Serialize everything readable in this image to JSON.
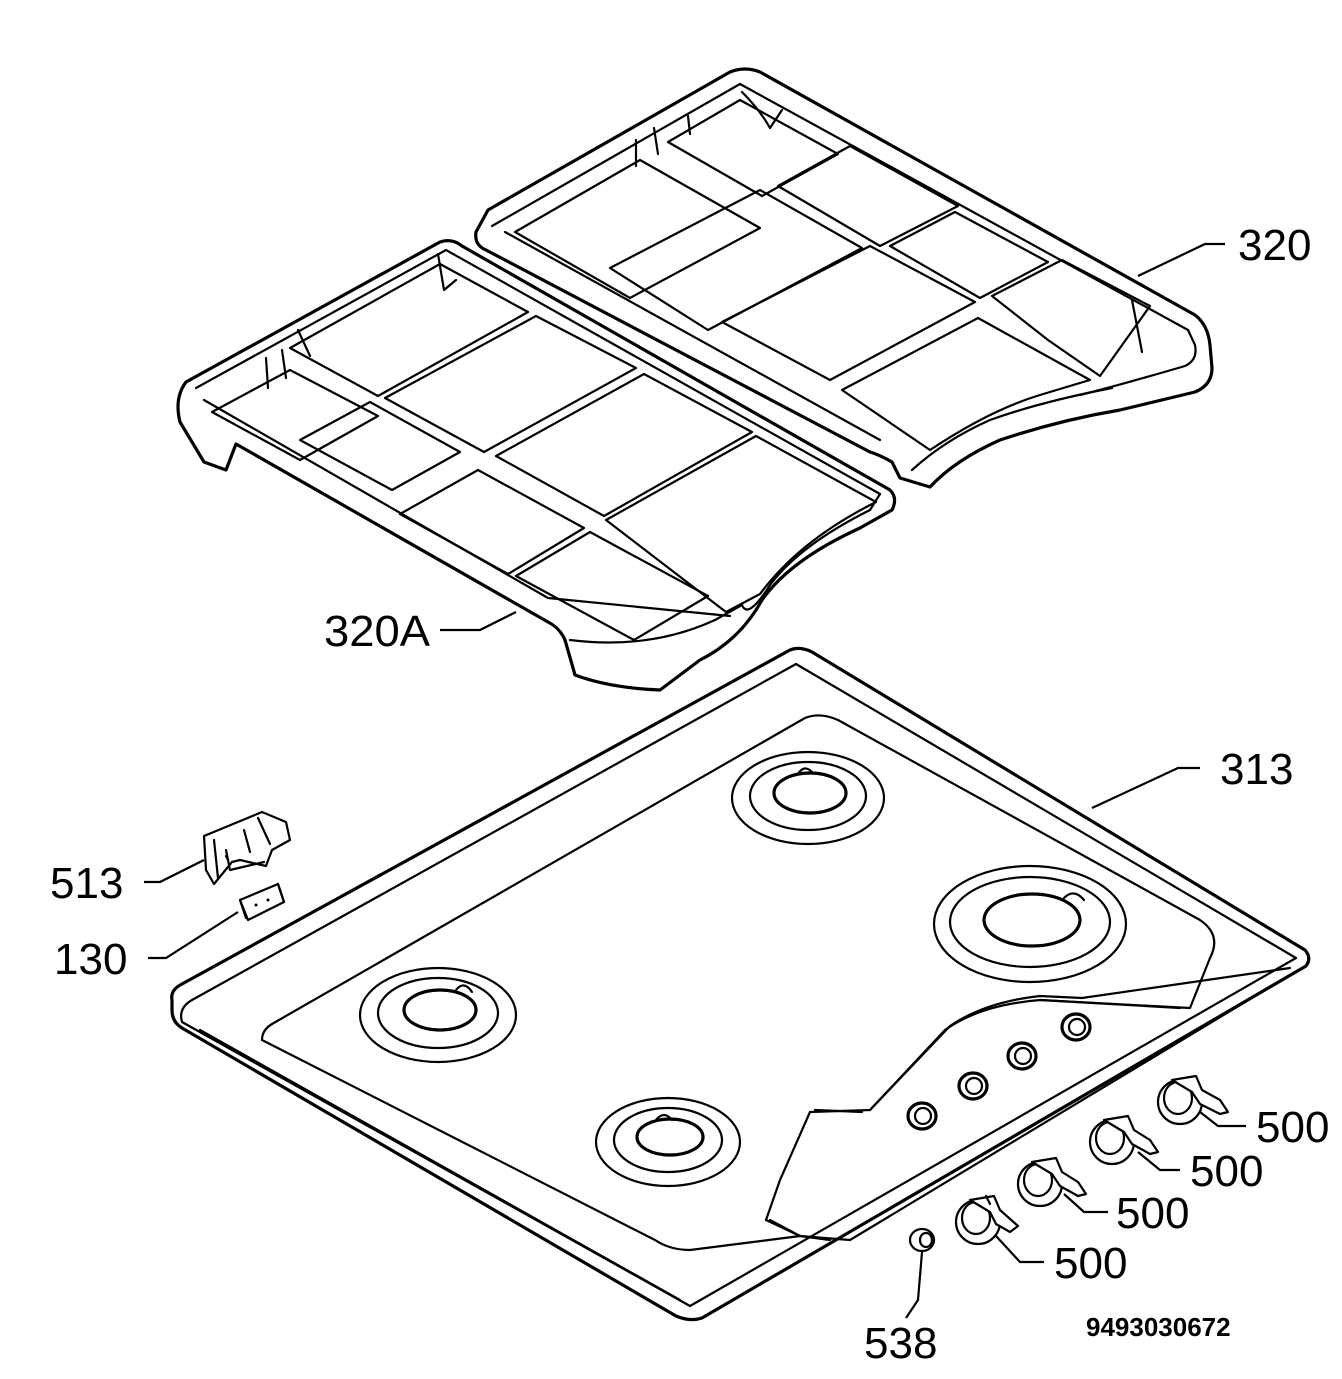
{
  "labels": {
    "grate_right": "320",
    "grate_left": "320A",
    "hob_top": "313",
    "bracket": "513",
    "spacer": "130",
    "knob_1": "500",
    "knob_2": "500",
    "knob_3": "500",
    "knob_4": "500",
    "spark_button": "538"
  },
  "drawing_number": "9493030672"
}
